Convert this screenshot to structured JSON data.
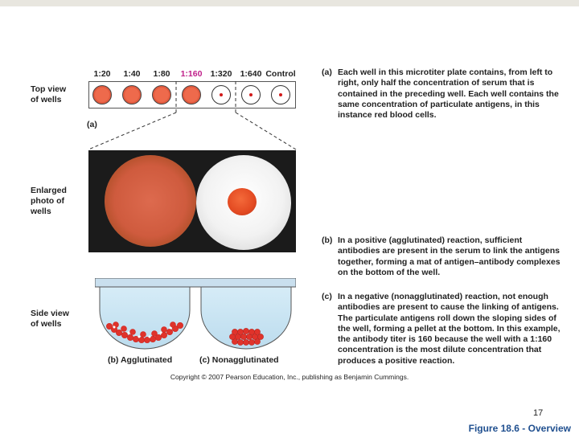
{
  "labels": {
    "top_view": "Top view\nof wells",
    "enlarged": "Enlarged\nphoto of\nwells",
    "side_view": "Side view\nof wells",
    "panel_a": "(a)"
  },
  "ratios": [
    "1:20",
    "1:40",
    "1:80",
    "1:160",
    "1:320",
    "1:640",
    "Control"
  ],
  "highlight_ratio": "1:160",
  "well_states": [
    "agglutinated",
    "agglutinated",
    "agglutinated",
    "agglutinated",
    "pellet",
    "pellet",
    "pellet"
  ],
  "side_labels": {
    "b": "(b)",
    "b_text": "Agglutinated",
    "c": "(c)",
    "c_text": "Nonagglutinated"
  },
  "captions": {
    "a_tag": "(a)",
    "a_text": "Each well in this microtiter plate contains, from left to right, only half the concentration of serum that is contained in the preceding well. Each well contains the same concentration of particulate antigens, in this instance red blood cells.",
    "b_tag": "(b)",
    "b_text": "In a positive (agglutinated) reaction, sufficient antibodies are present in the serum to link the antigens together, forming a mat of antigen–antibody complexes on the bottom of the well.",
    "c_tag": "(c)",
    "c_text": "In a negative (nonagglutinated) reaction, not enough antibodies are present to cause the linking of antigens. The particulate antigens roll down the sloping sides of the well, forming a pellet at the bottom. In this example, the antibody titer is 160 because the well with a 1:160 concentration is the most dilute concentration that produces a positive reaction."
  },
  "copyright": "Copyright © 2007 Pearson Education, Inc., publishing as Benjamin Cummings.",
  "page_number": "17",
  "figure_label": "Figure 18.6 - Overview",
  "colors": {
    "highlight": "#c0208a",
    "rbc": "#e0332b",
    "well_fill": "#c9e3f2",
    "figure_label": "#1f4f8f"
  }
}
